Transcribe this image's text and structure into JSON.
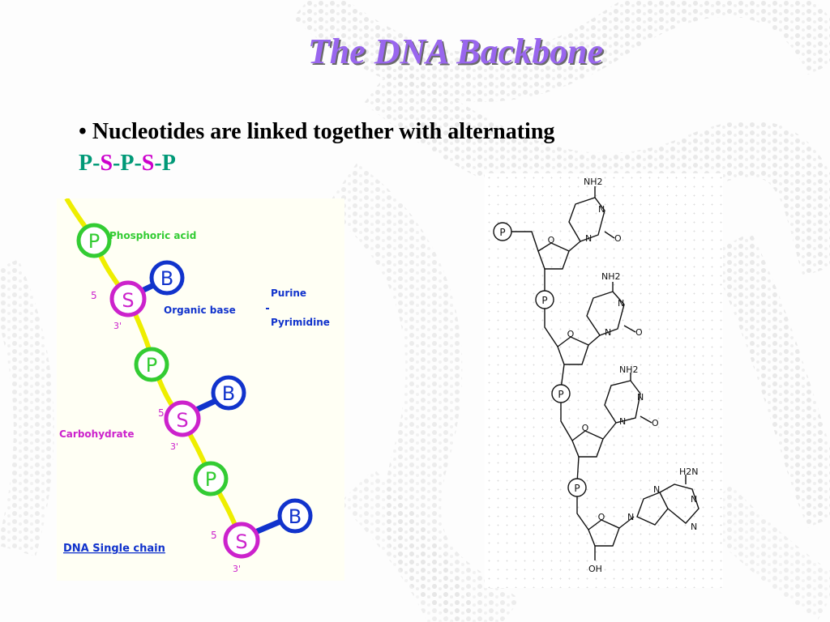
{
  "slide": {
    "title": "The DNA Backbone",
    "bullet_symbol": "•",
    "bullet_text": "Nucleotides are linked together with alternating",
    "pattern": [
      "P",
      "-",
      "S",
      "-",
      "P",
      "-",
      "S",
      "-",
      "P"
    ]
  },
  "single_chain_diagram": {
    "phosphate_label": "P",
    "sugar_label": "S",
    "base_label": "B",
    "phosphoric_acid": "Phosphoric acid",
    "organic_base": "Organic base",
    "purine": "Purine",
    "pyrimidine": "Pyrimidine",
    "carbohydrate": "Carbohydrate",
    "caption": "DNA Single chain",
    "prime5": "5",
    "prime3": "3'"
  },
  "structure_diagram": {
    "phosphate": "P",
    "amino": "NH2",
    "amino_left": "H2N",
    "nitrogen": "N",
    "oxygen": "O",
    "hydroxyl": "OH"
  },
  "colors": {
    "title": "#9966ee",
    "phosphate": "#33cc33",
    "sugar": "#cc22cc",
    "base": "#1133cc",
    "chain": "#eeee00",
    "pattern_p": "#009977",
    "pattern_s": "#cc00cc"
  }
}
